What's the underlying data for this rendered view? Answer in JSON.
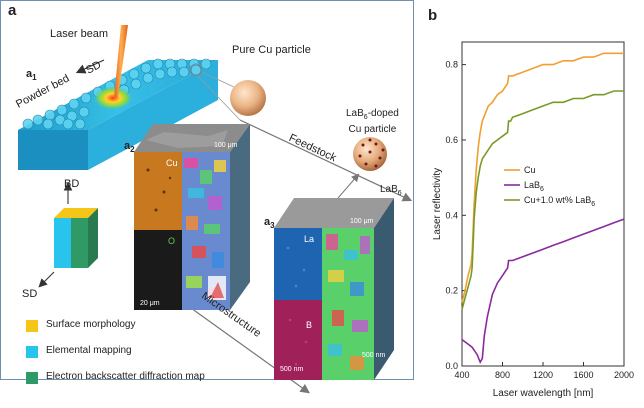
{
  "panel_a": {
    "letter": "a",
    "sub_a1": "a",
    "sub_a1_idx": "1",
    "sub_a2": "a",
    "sub_a2_idx": "2",
    "sub_a3": "a",
    "sub_a3_idx": "3",
    "laser_beam": "Laser beam",
    "powder_bed": "Powder bed",
    "sd": "SD",
    "bd": "BD",
    "sd2": "SD",
    "pure_cu": "Pure Cu particle",
    "lab6_doped_line1": "LaB",
    "lab6_doped_sub": "6",
    "lab6_doped_line1b": "-doped",
    "lab6_doped_line2": "Cu particle",
    "feedstock": "Feedstock",
    "lab6_arrow": "LaB",
    "lab6_arrow_sub": "6",
    "microstructure": "Microstructure",
    "map_cu": "Cu",
    "map_o": "O",
    "map_la": "La",
    "map_b": "B",
    "scale_100": "100 μm",
    "scale_20": "20 μm",
    "scale_100b": "100 μm",
    "scale_500": "500 nm",
    "scale_500b": "500 nm",
    "legend": [
      {
        "label": "Surface morphology",
        "color": "#f5c518"
      },
      {
        "label": "Elemental mapping",
        "color": "#29c4ee"
      },
      {
        "label": "Electron backscatter diffraction map",
        "color": "#2f9a66"
      }
    ]
  },
  "chart_data": {
    "type": "line",
    "panel_letter": "b",
    "xlabel": "Laser wavelength [nm]",
    "ylabel": "Laser reflectivity",
    "xlim": [
      400,
      2000
    ],
    "ylim": [
      0.0,
      0.86
    ],
    "x_ticks": [
      "400",
      "800",
      "1200",
      "1600",
      "2000"
    ],
    "y_ticks": [
      "0.0",
      "0.2",
      "0.4",
      "0.6",
      "0.8"
    ],
    "x_tick_values": [
      400,
      800,
      1200,
      1600,
      2000
    ],
    "y_tick_values": [
      0.0,
      0.2,
      0.4,
      0.6,
      0.8
    ],
    "legend_placement": "center",
    "series": [
      {
        "name": "Cu",
        "name_sub": "",
        "name_suffix": "",
        "color": "#f0a030",
        "x": [
          400,
          430,
          460,
          490,
          500,
          510,
          520,
          540,
          560,
          580,
          600,
          630,
          660,
          700,
          750,
          800,
          850,
          860,
          880,
          900,
          1000,
          1100,
          1200,
          1300,
          1400,
          1500,
          1600,
          1700,
          1800,
          1900,
          2000
        ],
        "y": [
          0.17,
          0.2,
          0.24,
          0.27,
          0.3,
          0.36,
          0.43,
          0.52,
          0.58,
          0.62,
          0.65,
          0.67,
          0.69,
          0.7,
          0.72,
          0.73,
          0.75,
          0.77,
          0.77,
          0.77,
          0.78,
          0.79,
          0.8,
          0.8,
          0.81,
          0.81,
          0.82,
          0.82,
          0.83,
          0.83,
          0.83
        ]
      },
      {
        "name": "LaB",
        "name_sub": "6",
        "name_suffix": "",
        "color": "#8a2a9e",
        "x": [
          400,
          450,
          500,
          550,
          580,
          600,
          620,
          650,
          700,
          750,
          800,
          850,
          860,
          880,
          900,
          1000,
          1100,
          1200,
          1300,
          1400,
          1500,
          1600,
          1700,
          1800,
          1900,
          2000
        ],
        "y": [
          0.07,
          0.06,
          0.05,
          0.03,
          0.01,
          0.02,
          0.08,
          0.13,
          0.19,
          0.22,
          0.24,
          0.26,
          0.28,
          0.28,
          0.28,
          0.29,
          0.3,
          0.31,
          0.32,
          0.33,
          0.34,
          0.35,
          0.36,
          0.37,
          0.38,
          0.39
        ]
      },
      {
        "name": "Cu+1.0 wt% LaB",
        "name_sub": "6",
        "name_suffix": "",
        "color": "#7a9a28",
        "x": [
          400,
          430,
          460,
          490,
          500,
          510,
          520,
          540,
          560,
          580,
          600,
          650,
          700,
          750,
          800,
          850,
          860,
          880,
          900,
          1000,
          1100,
          1200,
          1300,
          1400,
          1500,
          1600,
          1700,
          1800,
          1900,
          2000
        ],
        "y": [
          0.15,
          0.18,
          0.21,
          0.24,
          0.26,
          0.32,
          0.39,
          0.46,
          0.5,
          0.53,
          0.55,
          0.57,
          0.59,
          0.6,
          0.61,
          0.62,
          0.65,
          0.65,
          0.66,
          0.67,
          0.68,
          0.69,
          0.7,
          0.7,
          0.71,
          0.71,
          0.72,
          0.72,
          0.73,
          0.73
        ]
      }
    ]
  }
}
